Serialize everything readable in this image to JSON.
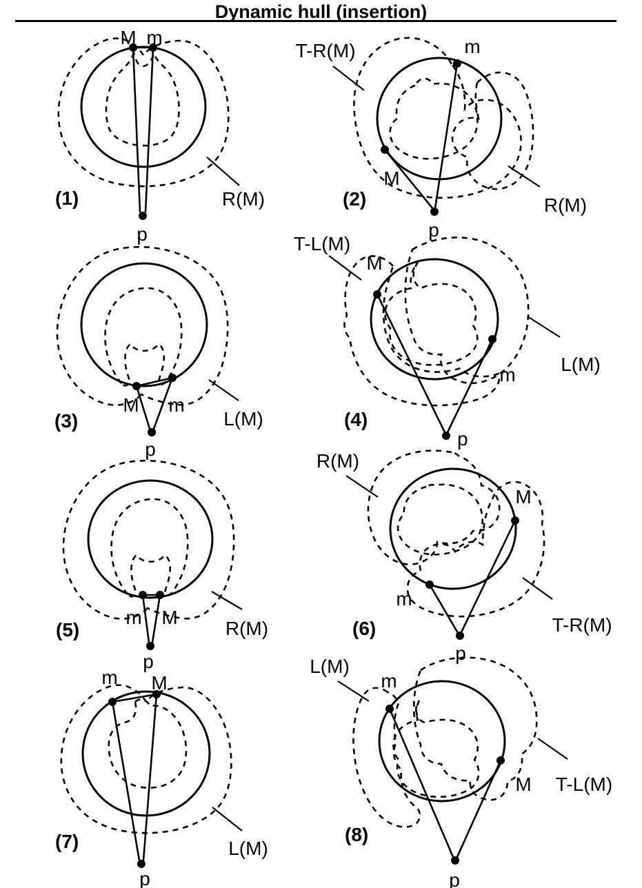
{
  "title": "Dynamic hull (insertion)",
  "figures": [
    {
      "number": "(1)",
      "point_M": "M",
      "point_m": "m",
      "point_p": "p",
      "label_right": "R(M)"
    },
    {
      "number": "(2)",
      "point_M": "M",
      "point_m": "m",
      "point_p": "p",
      "label_topleft": "T-R(M)",
      "label_right": "R(M)"
    },
    {
      "number": "(3)",
      "point_M": "M",
      "point_m": "m",
      "point_p": "p",
      "label_right": "L(M)"
    },
    {
      "number": "(4)",
      "point_M": "M",
      "point_m": "m",
      "point_p": "p",
      "label_topleft": "T-L(M)",
      "label_right": "L(M)"
    },
    {
      "number": "(5)",
      "point_M": "M",
      "point_m": "m",
      "point_p": "p",
      "label_right": "R(M)"
    },
    {
      "number": "(6)",
      "point_M": "M",
      "point_m": "m",
      "point_p": "p",
      "label_topleft": "R(M)",
      "label_right": "T-R(M)"
    },
    {
      "number": "(7)",
      "point_M": "M",
      "point_m": "m",
      "point_p": "p",
      "label_right": "L(M)"
    },
    {
      "number": "(8)",
      "point_M": "M",
      "point_m": "m",
      "point_p": "p",
      "label_topleft": "L(M)",
      "label_right": "T-L(M)"
    }
  ],
  "colors": {
    "ink": "#000000",
    "background": "#ffffff"
  }
}
